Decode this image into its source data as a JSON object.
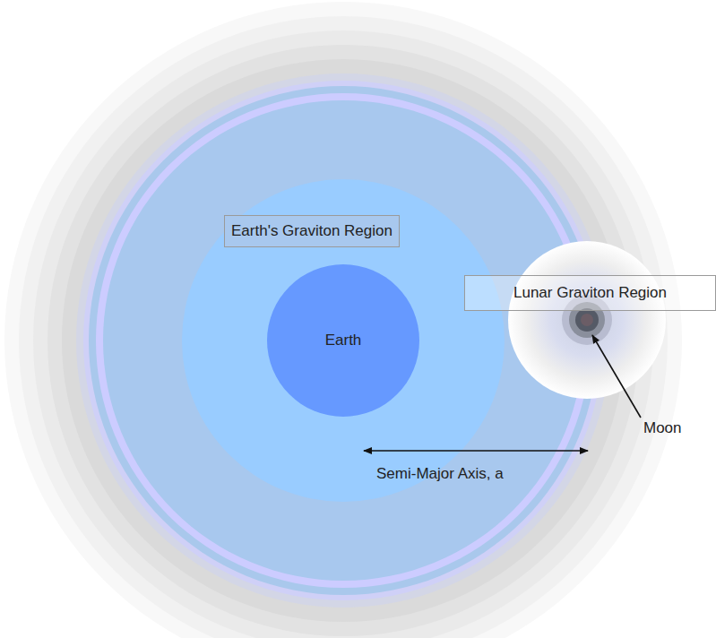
{
  "diagram": {
    "nodes": [
      {
        "text": [
          "Earth's Graviton Region"
        ]
      },
      {
        "text": [
          "Lunar Graviton Region"
        ]
      },
      {
        "text": [
          "Earth"
        ]
      }
    ],
    "labels": [
      "Moon",
      "Semi-Major Axis, a"
    ]
  }
}
